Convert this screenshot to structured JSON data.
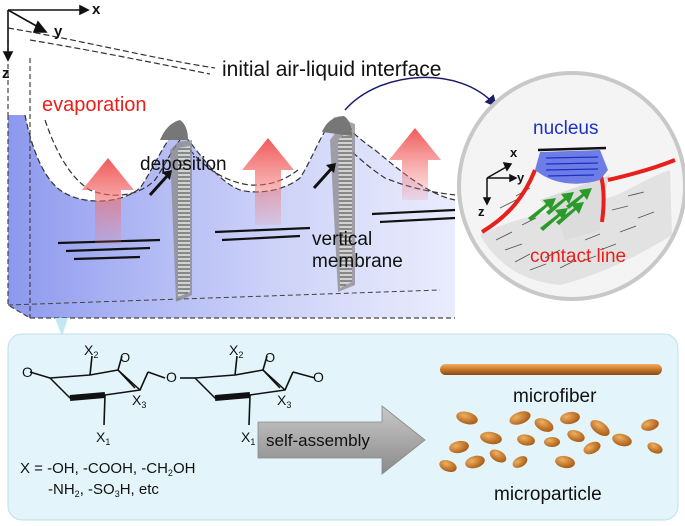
{
  "axes_main": {
    "x": "x",
    "y": "y",
    "z": "z"
  },
  "axes_inset": {
    "x": "x",
    "y": "y",
    "z": "z"
  },
  "labels": {
    "interface": "initial air-liquid interface",
    "evaporation": "evaporation",
    "deposition": "deposition",
    "membrane_line1": "vertical",
    "membrane_line2": "membrane",
    "nucleus": "nucleus",
    "contact_line": "contact line",
    "self_assembly": "self-assembly",
    "microfiber": "microfiber",
    "microparticle": "microparticle"
  },
  "molecule": {
    "o_label": "O",
    "x2": "X",
    "x2_sub": "2",
    "x3": "X",
    "x3_sub": "3",
    "x1": "X",
    "x1_sub": "1",
    "formula_line1_a": "X = -OH, -COOH, -CH",
    "formula_line1_sub": "2",
    "formula_line1_b": "OH",
    "formula_line2_a": "-NH",
    "formula_line2_sub": "2",
    "formula_line2_b": ", -SO",
    "formula_line2_sub2": "3",
    "formula_line2_c": "H, etc"
  },
  "colors": {
    "evaporation_text": "#e8201c",
    "nucleus_text": "#1c2fc8",
    "contact_line": "#e8201c",
    "liquid": "#9aa6f0",
    "arrow_red": "#f47c7c",
    "microfiber": "#c8782a",
    "particle": "#c8782a",
    "panel_bg": "#e3f5fa",
    "self_assembly_arrow": "#a8a8a8"
  }
}
